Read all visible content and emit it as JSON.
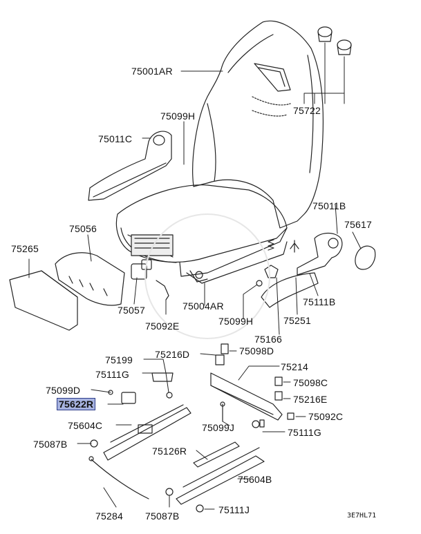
{
  "diagram_code": "3E7HL71",
  "highlight_color": "#a7b3e0",
  "labels": {
    "p75001AR": "75001AR",
    "p75722": "75722",
    "p75099H_a": "75099H",
    "p75011C": "75011C",
    "p75011B": "75011B",
    "p75617": "75617",
    "p75056": "75056",
    "p75265": "75265",
    "p75057": "75057",
    "p75092E": "75092E",
    "p75004AR": "75004AR",
    "p75111B": "75111B",
    "p75251": "75251",
    "p75099H_b": "75099H",
    "p75166": "75166",
    "p75199": "75199",
    "p75216D": "75216D",
    "p75098D": "75098D",
    "p75214": "75214",
    "p75111G_a": "75111G",
    "p75098C": "75098C",
    "p75099D": "75099D",
    "p75622R": "75622R",
    "p75216E": "75216E",
    "p75604C": "75604C",
    "p75099J": "75099J",
    "p75092C": "75092C",
    "p75111G_b": "75111G",
    "p75087B_a": "75087B",
    "p75126R": "75126R",
    "p75604B": "75604B",
    "p75284": "75284",
    "p75087B_b": "75087B",
    "p75111J": "75111J"
  }
}
